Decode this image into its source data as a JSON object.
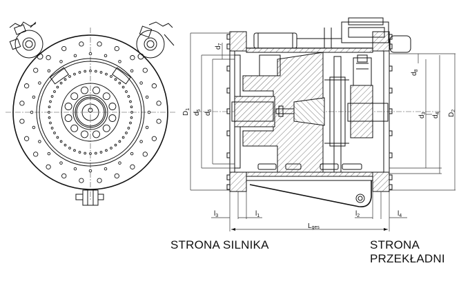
{
  "figure": {
    "type": "technical-drawing",
    "views": [
      "front-view-motor-side",
      "section-view"
    ]
  },
  "dimension_labels": {
    "D1": {
      "main": "D",
      "sub": "1"
    },
    "d5": {
      "main": "d",
      "sub": "5"
    },
    "d6": {
      "main": "d",
      "sub": "6"
    },
    "d7": {
      "main": "d",
      "sub": "7"
    },
    "d8": {
      "main": "d",
      "sub": "8"
    },
    "d3": {
      "main": "d",
      "sub": "3"
    },
    "d4": {
      "main": "d",
      "sub": "4"
    },
    "D2": {
      "main": "D",
      "sub": "2"
    },
    "l1": {
      "main": "l",
      "sub": "1"
    },
    "l2": {
      "main": "l",
      "sub": "2"
    },
    "l3": {
      "main": "l",
      "sub": "3"
    },
    "l4": {
      "main": "l",
      "sub": "4"
    },
    "Lges": {
      "main": "L",
      "sub": "ges"
    }
  },
  "captions": {
    "motor_side": "STRONA SILNIKA",
    "gear_side_line1": "STRONA",
    "gear_side_line2": "PRZEKŁADNI"
  },
  "colors": {
    "line": "#111111",
    "background": "#ffffff"
  }
}
